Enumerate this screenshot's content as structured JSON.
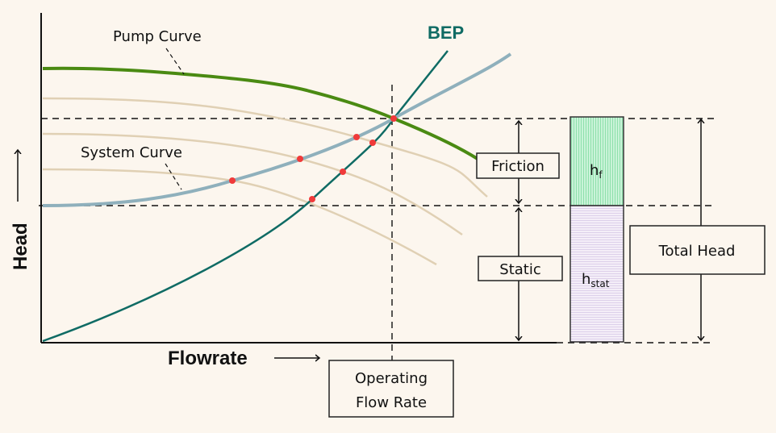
{
  "labels": {
    "pump_curve": "Pump Curve",
    "system_curve": "System Curve",
    "bep": "BEP",
    "friction": "Friction",
    "static": "Static",
    "total_head": "Total Head",
    "h_f_main": "h",
    "h_f_sub": "f",
    "h_stat_main": "h",
    "h_stat_sub": "stat",
    "operating_line1": "Operating",
    "operating_line2": "Flow Rate",
    "x_axis": "Flowrate",
    "y_axis": "Head"
  },
  "colors": {
    "pump_curve": "#4a8a12",
    "system_curve": "#8fb0bc",
    "bep_curve": "#0f6b64",
    "speed_curves": "#e0d0b4",
    "intersection_points": "#f03a3a",
    "friction_bar": "#a8ecc0",
    "static_bar": "#ebe2f2"
  }
}
